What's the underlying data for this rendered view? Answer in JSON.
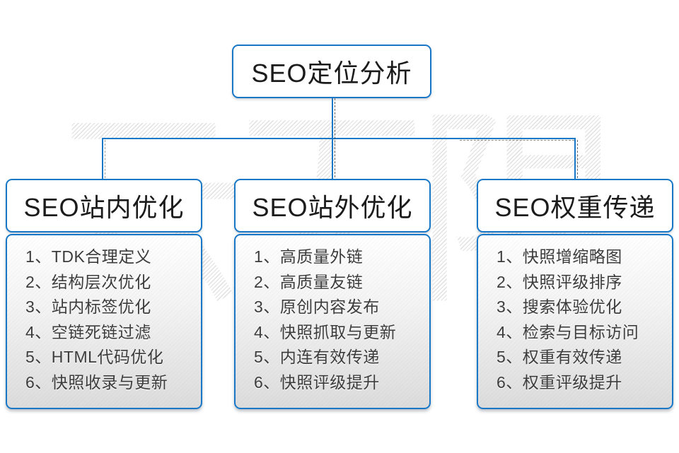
{
  "watermark": {
    "text": "云无限"
  },
  "colors": {
    "accent_blue": "#1877c6",
    "header_text": "#1b1b1b",
    "list_text": "#3c3c3c",
    "watermark_gray": "#e0e0e0"
  },
  "root_box": {
    "label": "SEO定位分析"
  },
  "columns": [
    {
      "title": "SEO站内优化",
      "items": [
        "1、TDK合理定义",
        "2、结构层次优化",
        "3、站内标签优化",
        "4、空链死链过滤",
        "5、HTML代码优化",
        "6、快照收录与更新"
      ]
    },
    {
      "title": "SEO站外优化",
      "items": [
        "1、高质量外链",
        "2、高质量友链",
        "3、原创内容发布",
        "4、快照抓取与更新",
        "5、内连有效传递",
        "6、快照评级提升"
      ]
    },
    {
      "title": "SEO权重传递",
      "items": [
        "1、快照增缩略图",
        "2、快照评级排序",
        "3、搜索体验优化",
        "4、检索与目标访问",
        "5、权重有效传递",
        "6、权重评级提升"
      ]
    }
  ]
}
